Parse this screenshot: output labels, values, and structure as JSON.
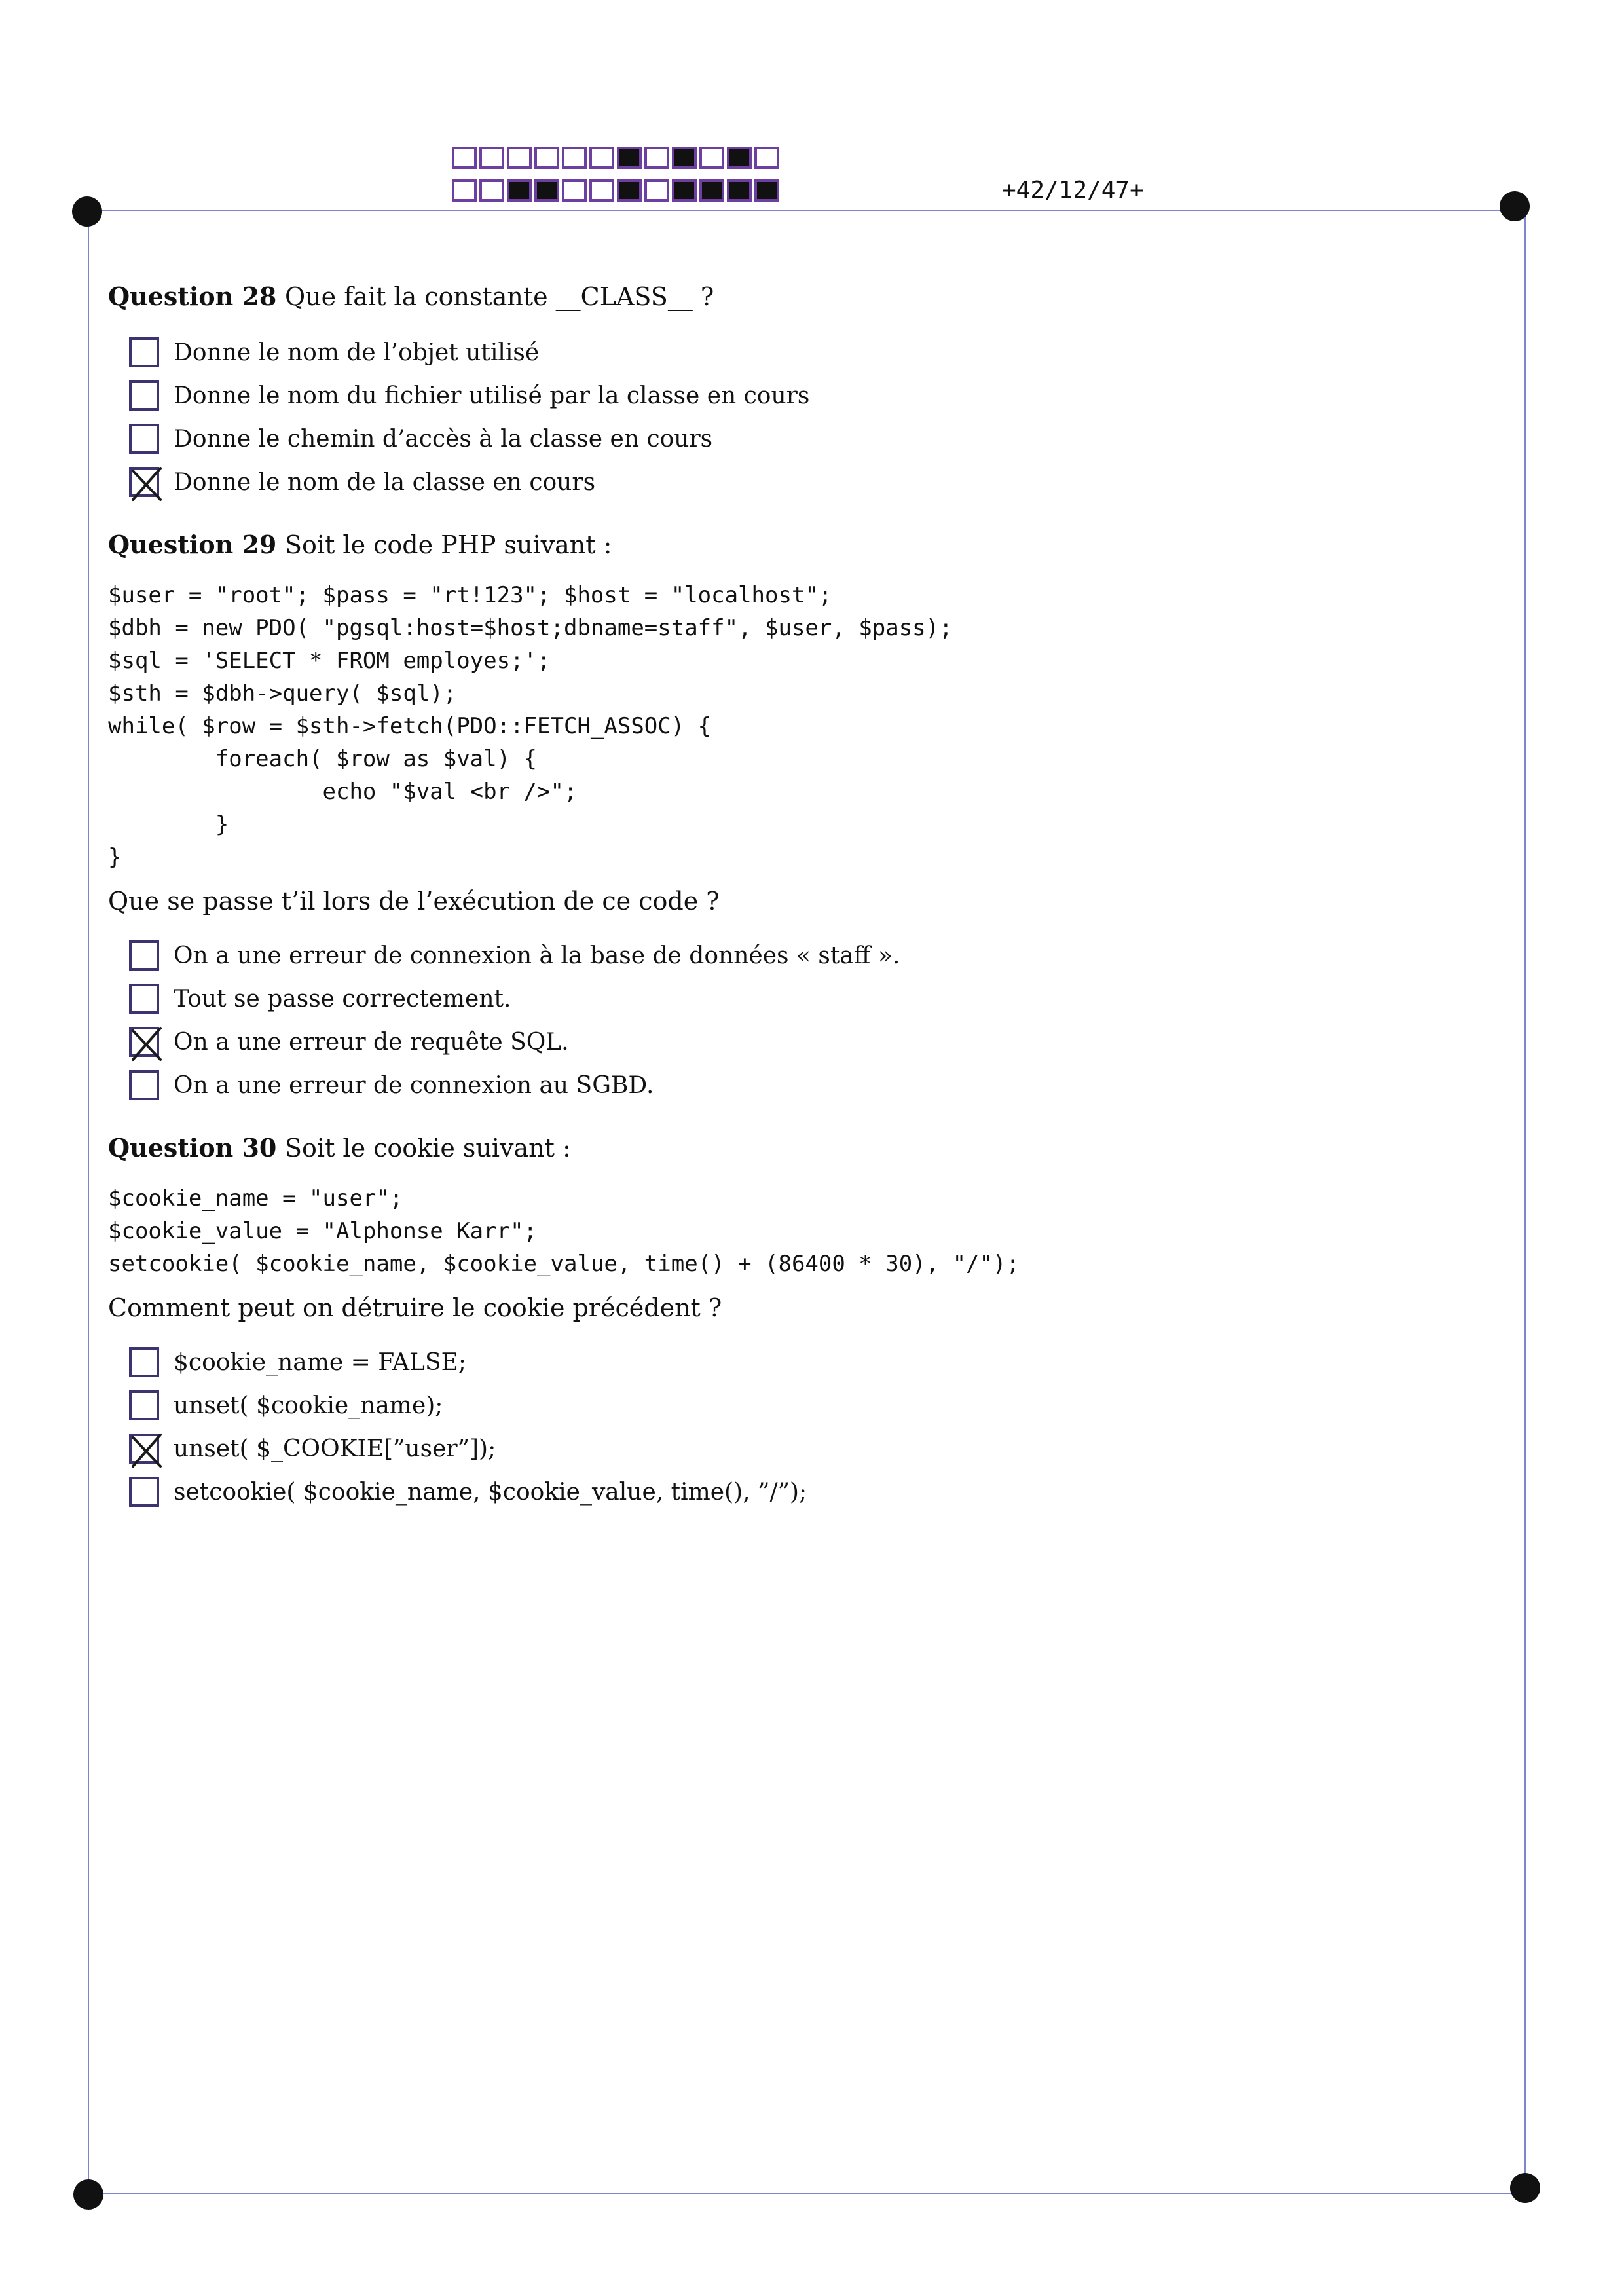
{
  "header": {
    "page_code": "+42/12/47+",
    "barcode_top": [
      0,
      0,
      0,
      0,
      0,
      0,
      1,
      0,
      1,
      0,
      1,
      0
    ],
    "barcode_bottom": [
      0,
      0,
      1,
      1,
      0,
      0,
      1,
      0,
      1,
      1,
      1,
      1
    ]
  },
  "questions": [
    {
      "number_label": "Question 28",
      "text": "Que fait la constante __CLASS__ ?",
      "code": "",
      "prompt": "",
      "answers": [
        {
          "text": "Donne le nom de l’objet utilisé",
          "checked": false
        },
        {
          "text": "Donne le nom du fichier utilisé par la classe en cours",
          "checked": false
        },
        {
          "text": "Donne le chemin d’accès à la classe en cours",
          "checked": false
        },
        {
          "text": "Donne le nom de la classe en cours",
          "checked": true
        }
      ]
    },
    {
      "number_label": "Question 29",
      "text": "Soit le code PHP suivant :",
      "code": "$user = \"root\"; $pass = \"rt!123\"; $host = \"localhost\";\n$dbh = new PDO( \"pgsql:host=$host;dbname=staff\", $user, $pass);\n$sql = 'SELECT * FROM employes;';\n$sth = $dbh->query( $sql);\nwhile( $row = $sth->fetch(PDO::FETCH_ASSOC) {\n        foreach( $row as $val) {\n                echo \"$val <br />\";\n        }\n}",
      "prompt": "Que se passe t’il lors de l’exécution de ce code ?",
      "answers": [
        {
          "text": "On a une erreur de connexion à la base de données « staff ».",
          "checked": false
        },
        {
          "text": "Tout se passe correctement.",
          "checked": false
        },
        {
          "text": "On a une erreur de requête SQL.",
          "checked": true
        },
        {
          "text": "On a une erreur de connexion au SGBD.",
          "checked": false
        }
      ]
    },
    {
      "number_label": "Question 30",
      "text": "Soit le cookie suivant :",
      "code": "$cookie_name = \"user\";\n$cookie_value = \"Alphonse Karr\";\nsetcookie( $cookie_name, $cookie_value, time() + (86400 * 30), \"/\");",
      "prompt": "Comment peut on détruire le cookie précédent ?",
      "answers": [
        {
          "text": "$cookie_name = FALSE;",
          "checked": false
        },
        {
          "text": "unset( $cookie_name);",
          "checked": false
        },
        {
          "text": "unset( $_COOKIE[”user”]);",
          "checked": true
        },
        {
          "text": "setcookie( $cookie_name, $cookie_value, time(), ”/”);",
          "checked": false
        }
      ]
    }
  ]
}
